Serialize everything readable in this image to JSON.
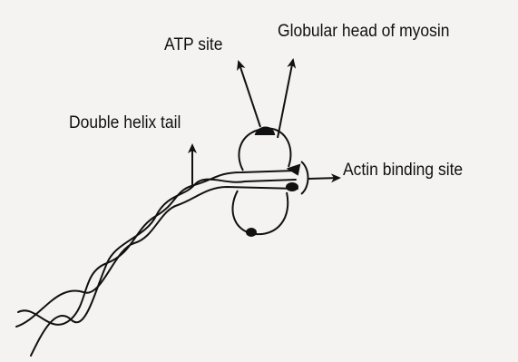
{
  "labels": {
    "atp_site": "ATP site",
    "globular_head": "Globular head of myosin",
    "double_helix_tail": "Double helix tail",
    "actin_binding_site": "Actin binding site"
  },
  "colors": {
    "ink": "#111111",
    "paper": "#f4f3f1"
  }
}
